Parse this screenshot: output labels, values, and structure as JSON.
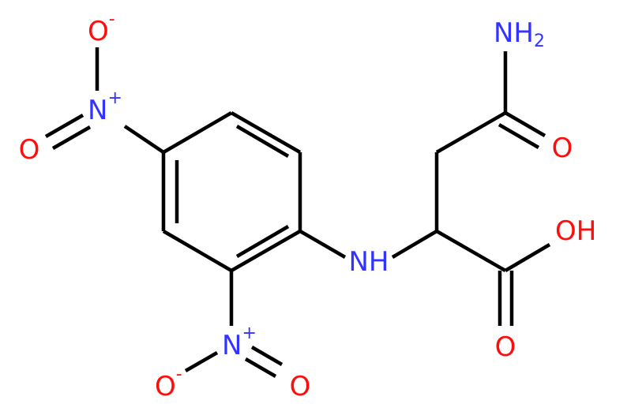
{
  "molecule": {
    "atoms": {
      "nh2": {
        "text": "NH",
        "sub": "2",
        "color": "#3333ff"
      },
      "o_amide": {
        "text": "O",
        "color": "#ff0d0d"
      },
      "oh": {
        "text": "OH",
        "color": "#ff0d0d"
      },
      "o_acid": {
        "text": "O",
        "color": "#ff0d0d"
      },
      "nh": {
        "text": "NH",
        "color": "#3333ff"
      },
      "n_para": {
        "text": "N",
        "sup": "+",
        "color": "#3333ff"
      },
      "o_para_top": {
        "text": "O",
        "sup": "-",
        "color": "#ff0d0d"
      },
      "o_para_left": {
        "text": "O",
        "color": "#ff0d0d"
      },
      "n_ortho": {
        "text": "N",
        "sup": "+",
        "color": "#3333ff"
      },
      "o_ortho_left": {
        "text": "O",
        "sup": "-",
        "color": "#ff0d0d"
      },
      "o_ortho_right": {
        "text": "O",
        "color": "#ff0d0d"
      }
    },
    "colors": {
      "bond": "#000000",
      "nitrogen": "#3333ff",
      "oxygen": "#ff0d0d"
    }
  }
}
